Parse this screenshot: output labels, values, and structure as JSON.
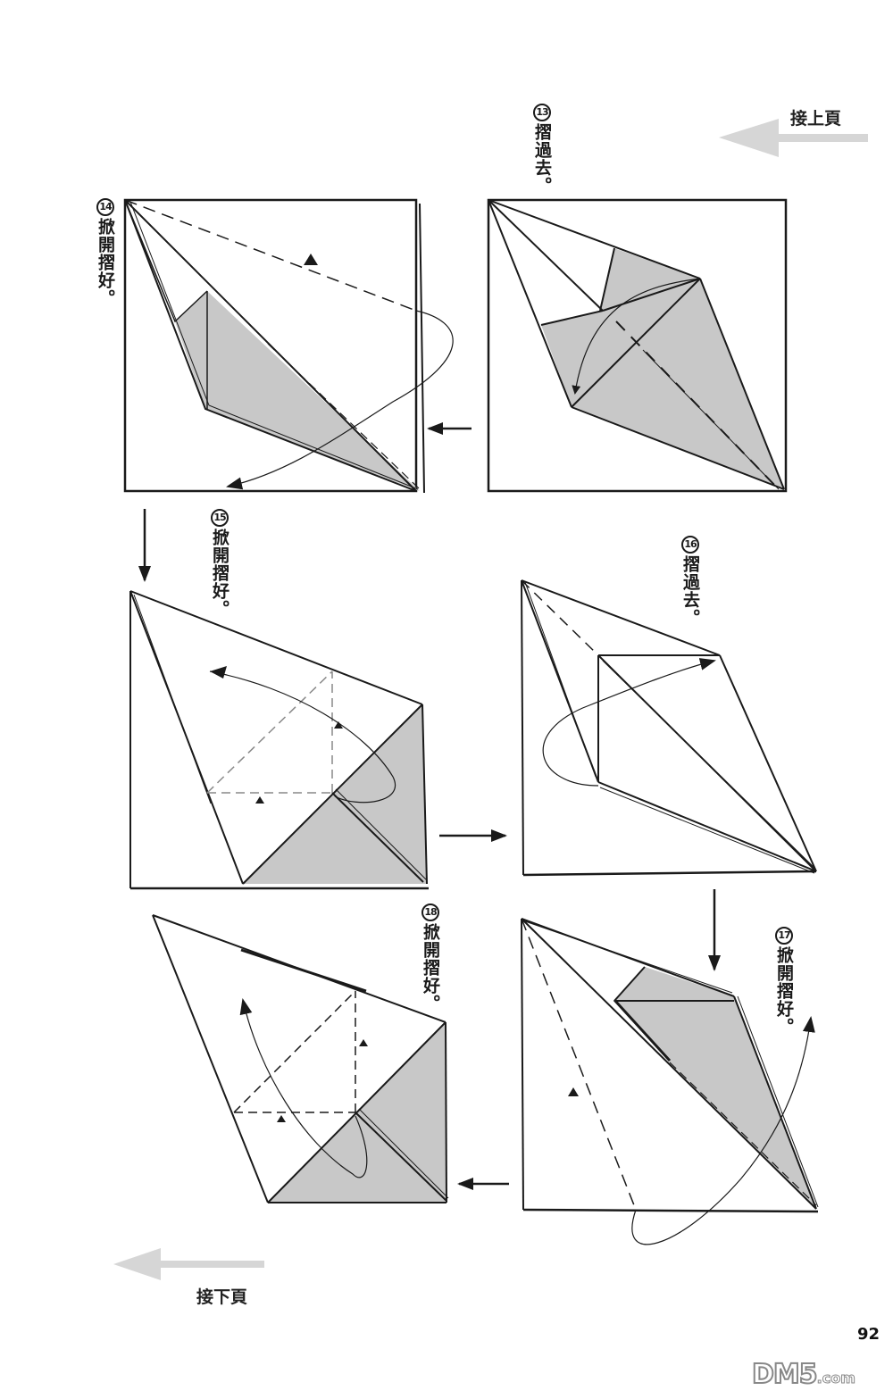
{
  "page": {
    "page_number": "92",
    "nav_prev_label": "接上頁",
    "nav_next_label": "接下頁",
    "watermark": {
      "main": "DM5",
      "suffix": ".com"
    }
  },
  "colors": {
    "line": "#1a1a1a",
    "shade": "#c8c8c8",
    "nav_arrow": "#d6d6d6",
    "background": "#ffffff"
  },
  "steps": [
    {
      "number": "13",
      "text": "摺過去。",
      "position": "top-right"
    },
    {
      "number": "14",
      "text": "掀開摺好。",
      "position": "top-left"
    },
    {
      "number": "15",
      "text": "掀開摺好。",
      "position": "middle-left"
    },
    {
      "number": "16",
      "text": "摺過去。",
      "position": "middle-right"
    },
    {
      "number": "17",
      "text": "掀開摺好。",
      "position": "bottom-right"
    },
    {
      "number": "18",
      "text": "掀開摺好。",
      "position": "bottom-left"
    }
  ],
  "flow_arrows": [
    {
      "from": "13",
      "to": "14",
      "direction": "left"
    },
    {
      "from": "14",
      "to": "15",
      "direction": "down"
    },
    {
      "from": "15",
      "to": "16",
      "direction": "right"
    },
    {
      "from": "16",
      "to": "17",
      "direction": "down"
    },
    {
      "from": "17",
      "to": "18",
      "direction": "left"
    }
  ]
}
